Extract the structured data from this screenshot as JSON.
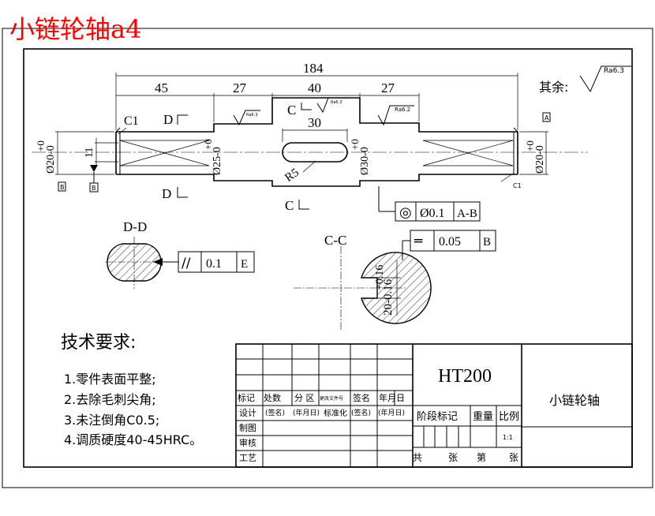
{
  "title": "小链轮轴a4",
  "title_color": "#ff0000",
  "dims": {
    "total": "184",
    "d45": "45",
    "d27a": "27",
    "d40": "40",
    "d27b": "27",
    "d30": "30",
    "r5": "R5",
    "d11": "11",
    "c1a": "C1",
    "c1b": "C1",
    "dia20a": "Ø20-0",
    "tol_a": "+0",
    "dia25": "Ø25-0",
    "tol_b": "+0",
    "dia30": "Ø30-0",
    "tol_c": "+0",
    "dia20b": "Ø20-0",
    "tol_d": "+0",
    "keyway_w": "20-0.16",
    "keyway_tol": "+0.16"
  },
  "roughness": {
    "rest_label": "其余:",
    "rest_value": "Ra6.3",
    "r1": "Ra6.3",
    "r2": "Ra6.3",
    "r3": "Ra6.2"
  },
  "sections": {
    "c_label_top": "C",
    "c_label_bottom": "C",
    "d_label_top": "D",
    "d_label_bottom": "D",
    "dd_title": "D-D",
    "cc_title": "C-C"
  },
  "datums": {
    "a": "A",
    "b": "B",
    "b2": "B"
  },
  "tolerances": {
    "coaxial": {
      "symbol": "◎",
      "value": "Ø0.1",
      "ref": "A-B"
    },
    "symmetry": {
      "symbol": "═",
      "value": "0.05",
      "ref": "B"
    },
    "parallel": {
      "symbol": "//",
      "value": "0.1",
      "ref": "E"
    }
  },
  "tech": {
    "heading": "技术要求:",
    "items": [
      "1.零件表面平整;",
      "2.去除毛刺尖角;",
      "3.未注倒角C0.5;",
      "4.调质硬度40-45HRC。"
    ]
  },
  "titleblock": {
    "material": "HT200",
    "part_name": "小链轮轴",
    "row_labels": [
      "标记",
      "处数",
      "分 区",
      "更改文件号",
      "签名",
      "年月日"
    ],
    "design": "设计",
    "design_sign": "(签名)",
    "design_date": "(年月日)",
    "standard": "标准化",
    "standard_sign": "(签名)",
    "standard_date": "(年月日)",
    "drawing": "制图",
    "check": "审核",
    "process": "工艺",
    "stage_mark": "阶段标记",
    "weight": "重量",
    "scale_label": "比例",
    "scale_value": "1:1",
    "total_label": "共",
    "sheets": "张",
    "page_label": "第",
    "page_sheets": "张"
  }
}
